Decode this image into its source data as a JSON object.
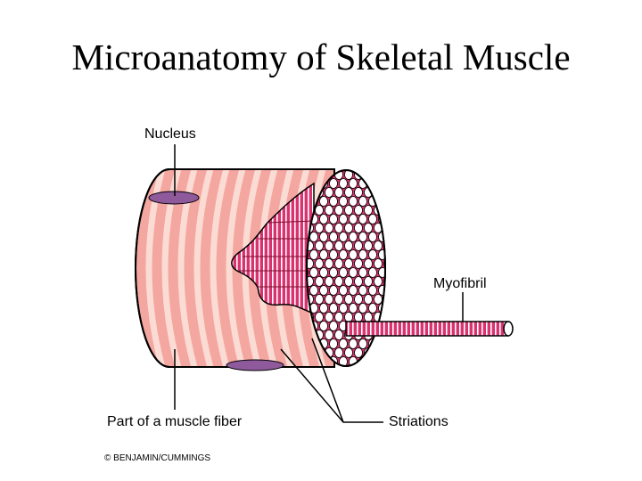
{
  "slide": {
    "title": "Microanatomy of Skeletal Muscle"
  },
  "labels": {
    "nucleus": "Nucleus",
    "myofibril": "Myofibril",
    "part_of_fiber": "Part of a muscle fiber",
    "striations": "Striations"
  },
  "credit": "© BENJAMIN/CUMMINGS",
  "colors": {
    "fiber_salmon": "#f4a7a0",
    "stripe_pale": "#fbdcd4",
    "myofibril_pink": "#d8336e",
    "nucleus_purple": "#8e5a9c",
    "myofibril_end": "#ffffff"
  }
}
